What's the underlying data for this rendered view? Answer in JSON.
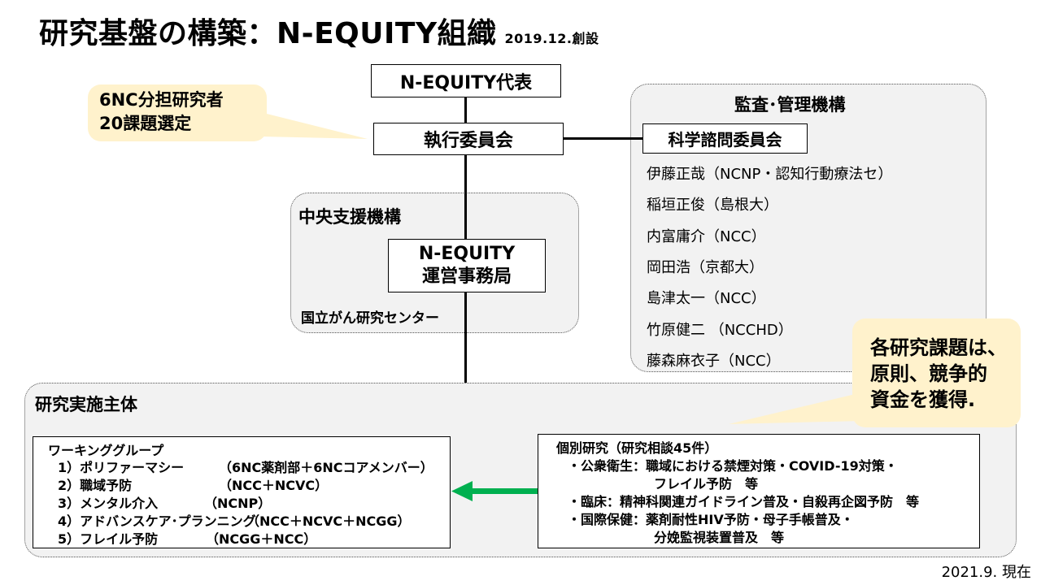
{
  "header": {
    "title": "研究基盤の構築：N-EQUITY組織",
    "established": "2019.12.創設"
  },
  "org": {
    "representative": "N-EQUITY代表",
    "executive_committee": "執行委員会",
    "callout_6nc": [
      "6NC分担研究者",
      "20課題選定"
    ],
    "central_support": {
      "label": "中央支援機構",
      "office": [
        "N-EQUITY",
        "運営事務局"
      ],
      "host": "国立がん研究センター"
    },
    "audit": {
      "label": "監査･管理機構",
      "committee": "科学諮問委員会",
      "members": [
        "伊藤正哉（NCNP・認知行動療法セ）",
        "稲垣正俊（島根大）",
        "内富庸介（NCC）",
        "岡田浩（京都大）",
        "島津太一（NCC）",
        "竹原健二 （NCCHD）",
        "藤森麻衣子（NCC）"
      ]
    },
    "callout_funding": [
      "各研究課題は、",
      "原則、競争的",
      "資金を獲得."
    ],
    "implementation": {
      "label": "研究実施主体",
      "working_group": {
        "title": "ワーキンググループ",
        "items": [
          {
            "name": "1）ポリファーマシー",
            "org": "（6NC薬剤部＋6NCコアメンバー）"
          },
          {
            "name": "2）職域予防",
            "org": "（NCC＋NCVC）"
          },
          {
            "name": "3）メンタル介入",
            "org": "（NCNP）"
          },
          {
            "name": "4）アドバンスケア･プランニング",
            "org": "（NCC＋NCVC＋NCGG）"
          },
          {
            "name": "5）フレイル予防",
            "org": "（NCGG＋NCC）"
          }
        ]
      },
      "individual": {
        "title": "個別研究（研究相談45件）",
        "lines": [
          "・公衆衛生：職域における禁煙対策・COVID-19対策・",
          "フレイル予防　等",
          "・臨床：精神科関連ガイドライン普及・自殺再企図予防　等",
          "・国際保健：薬剤耐性HIV予防・母子手帳普及・",
          "分娩監視装置普及　等"
        ]
      }
    }
  },
  "footer": "2021.9. 現在",
  "colors": {
    "arrow": "#00b050",
    "callout": "#fff2cc",
    "panel": "#f2f2f2"
  }
}
